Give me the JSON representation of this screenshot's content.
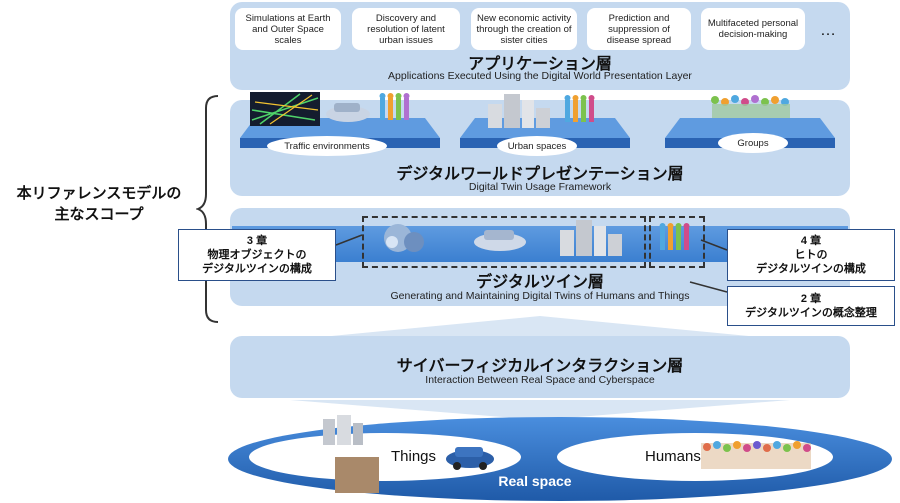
{
  "application_layer": {
    "boxes": [
      "Simulations at Earth and Outer Space scales",
      "Discovery and resolution of latent urban issues",
      "New economic activity through the creation of sister cities",
      "Prediction and suppression of disease spread",
      "Multifaceted personal decision-making"
    ],
    "ellipsis": "…",
    "title_ja": "アプリケーション層",
    "title_en": "Applications Executed Using the Digital World Presentation Layer"
  },
  "presentation_layer": {
    "labels": [
      "Traffic environments",
      "Urban spaces",
      "Groups"
    ],
    "title_ja": "デジタルワールドプレゼンテーション層",
    "title_en": "Digital Twin Usage Framework"
  },
  "twin_layer": {
    "title_ja": "デジタルツイン層",
    "title_en": "Generating and Maintaining Digital Twins of Humans and Things"
  },
  "interaction_layer": {
    "title_ja": "サイバーフィジカルインタラクション層",
    "title_en": "Interaction Between Real Space and Cyberspace"
  },
  "real_space": {
    "things": "Things",
    "humans": "Humans",
    "label": "Real space"
  },
  "scope_label": {
    "line1": "本リファレンスモデルの",
    "line2": "主なスコープ"
  },
  "callouts": {
    "ch3": {
      "line1": "3 章",
      "line2": "物理オブジェクトの",
      "line3": "デジタルツインの構成"
    },
    "ch4": {
      "line1": "4 章",
      "line2": "ヒトの",
      "line3": "デジタルツインの構成"
    },
    "ch2": {
      "line1": "2 章",
      "line2": "デジタルツインの概念整理"
    }
  },
  "colors": {
    "layer_bg": "#c5d9ef",
    "platform_blue": "#3b7fd0",
    "real_space_blue": "#2f6fc4",
    "callout_border": "#2a4f8a"
  }
}
